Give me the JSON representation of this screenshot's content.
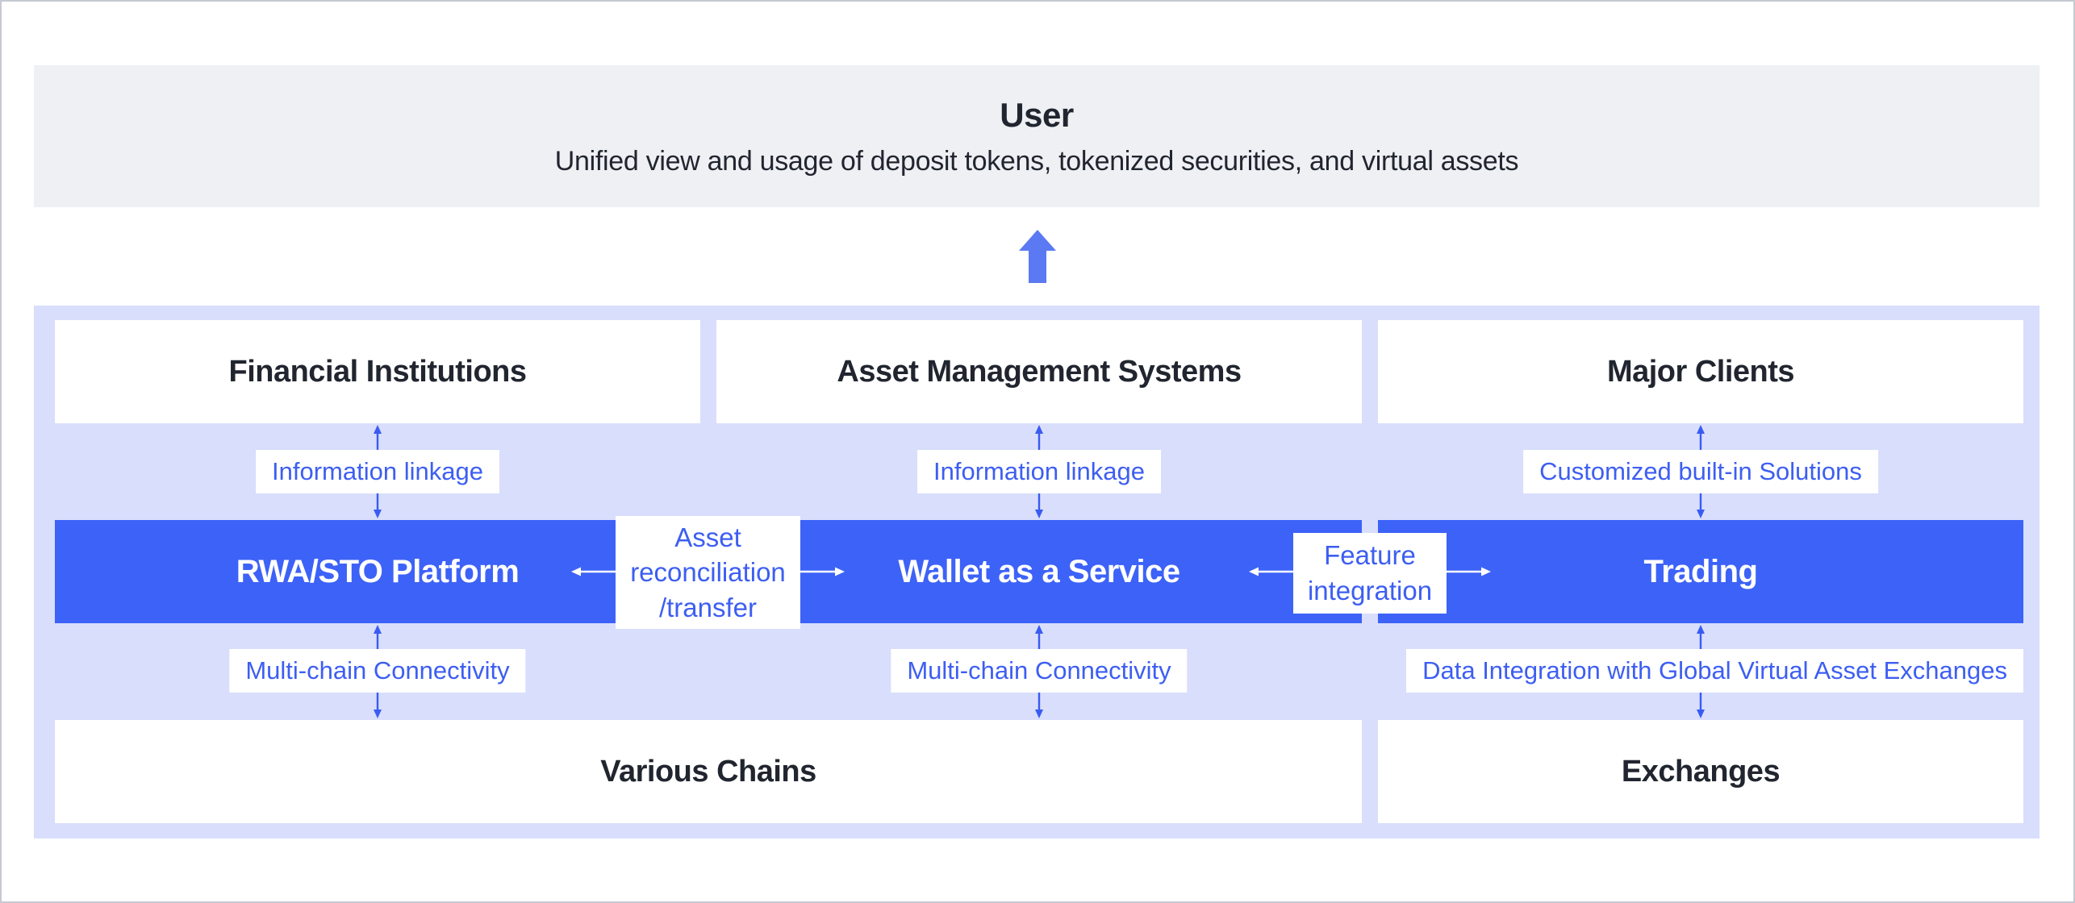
{
  "header": {
    "title": "User",
    "subtitle": "Unified view and usage of deposit tokens, tokenized securities, and virtual assets"
  },
  "columns": [
    {
      "top": "Financial Institutions",
      "link_top": "Information linkage",
      "platform": "RWA/STO Platform",
      "link_bottom": "Multi-chain Connectivity"
    },
    {
      "top": "Asset Management Systems",
      "link_top": "Information linkage",
      "platform": "Wallet as a Service",
      "link_bottom": "Multi-chain Connectivity"
    },
    {
      "top": "Major Clients",
      "link_top": "Customized built-in Solutions",
      "platform": "Trading",
      "link_bottom": "Data Integration with Global Virtual Asset Exchanges"
    }
  ],
  "connectors": {
    "asset_reconciliation": {
      "lines": [
        "Asset",
        "reconciliation",
        "/transfer"
      ]
    },
    "feature_integration": {
      "lines": [
        "Feature",
        "integration"
      ]
    }
  },
  "bottom_row": [
    "Various Chains",
    "Exchanges"
  ],
  "icons": {
    "up_arrow": "↑",
    "double_vertical_arrow": "↕",
    "left_arrow": "←",
    "right_arrow": "→"
  },
  "colors": {
    "panel_bg": "#d8defb",
    "bar_blue": "#3d62f8",
    "header_bg": "#eef0f4",
    "label_text": "#3d5ef2",
    "arrow_stroke": "#3a5bf2",
    "big_arrow": "#5b79f2",
    "dark_text": "#21252f",
    "frame_border": "#c5c9d1",
    "box_bg": "#ffffff"
  }
}
